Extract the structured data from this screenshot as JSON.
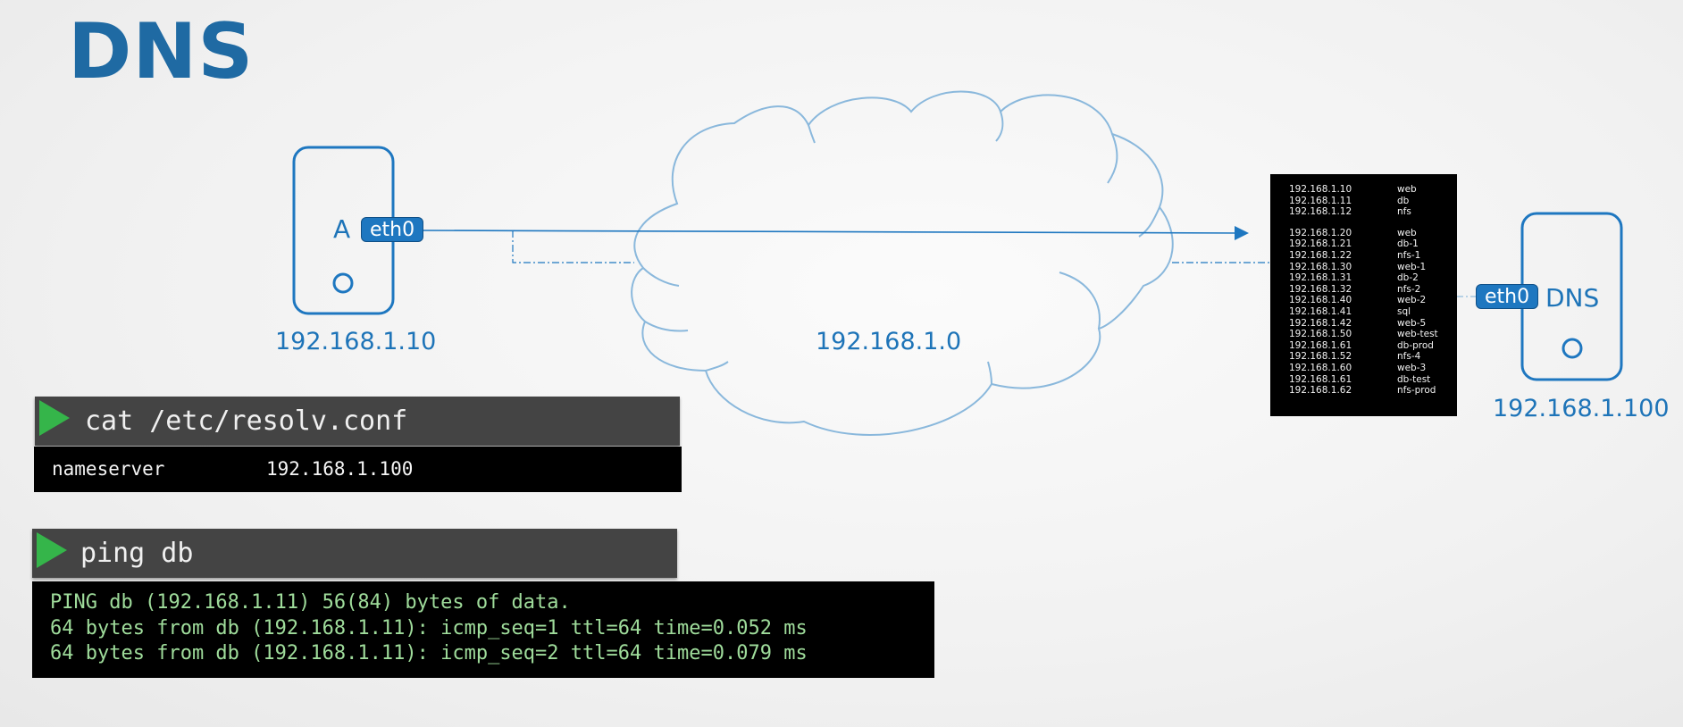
{
  "slide": {
    "title": "DNS"
  },
  "network": {
    "host_a": {
      "name": "A",
      "interface": "eth0",
      "ip": "192.168.1.10"
    },
    "cloud": {
      "subnet": "192.168.1.0"
    },
    "dns_server": {
      "name": "DNS",
      "interface": "eth0",
      "ip": "192.168.1.100"
    }
  },
  "hosts_table": [
    {
      "ip": "192.168.1.10",
      "name": "web"
    },
    {
      "ip": "192.168.1.11",
      "name": "db"
    },
    {
      "ip": "192.168.1.12",
      "name": "nfs"
    },
    {
      "ip": "192.168.1.20",
      "name": "web"
    },
    {
      "ip": "192.168.1.21",
      "name": "db-1"
    },
    {
      "ip": "192.168.1.22",
      "name": "nfs-1"
    },
    {
      "ip": "192.168.1.30",
      "name": "web-1"
    },
    {
      "ip": "192.168.1.31",
      "name": "db-2"
    },
    {
      "ip": "192.168.1.32",
      "name": "nfs-2"
    },
    {
      "ip": "192.168.1.40",
      "name": "web-2"
    },
    {
      "ip": "192.168.1.41",
      "name": "sql"
    },
    {
      "ip": "192.168.1.42",
      "name": "web-5"
    },
    {
      "ip": "192.168.1.50",
      "name": "web-test"
    },
    {
      "ip": "192.168.1.61",
      "name": "db-prod"
    },
    {
      "ip": "192.168.1.52",
      "name": "nfs-4"
    },
    {
      "ip": "192.168.1.60",
      "name": "web-3"
    },
    {
      "ip": "192.168.1.61",
      "name": "db-test"
    },
    {
      "ip": "192.168.1.62",
      "name": "nfs-prod"
    }
  ],
  "terminal_1": {
    "command": "cat /etc/resolv.conf",
    "output": {
      "key": "nameserver",
      "value": "192.168.1.100"
    }
  },
  "terminal_2": {
    "command": "ping db",
    "output": [
      "PING db (192.168.1.11) 56(84) bytes of data.",
      "64 bytes from db (192.168.1.11): icmp_seq=1 ttl=64 time=0.052 ms",
      "64 bytes from db (192.168.1.11): icmp_seq=2 ttl=64 time=0.079 ms"
    ]
  },
  "colors": {
    "brand_blue": "#1e77c0",
    "title_blue": "#1f6aa3",
    "cloud_stroke": "#8ab8dc",
    "play_green": "#35b54a",
    "ping_output": "#9fdc9b"
  }
}
